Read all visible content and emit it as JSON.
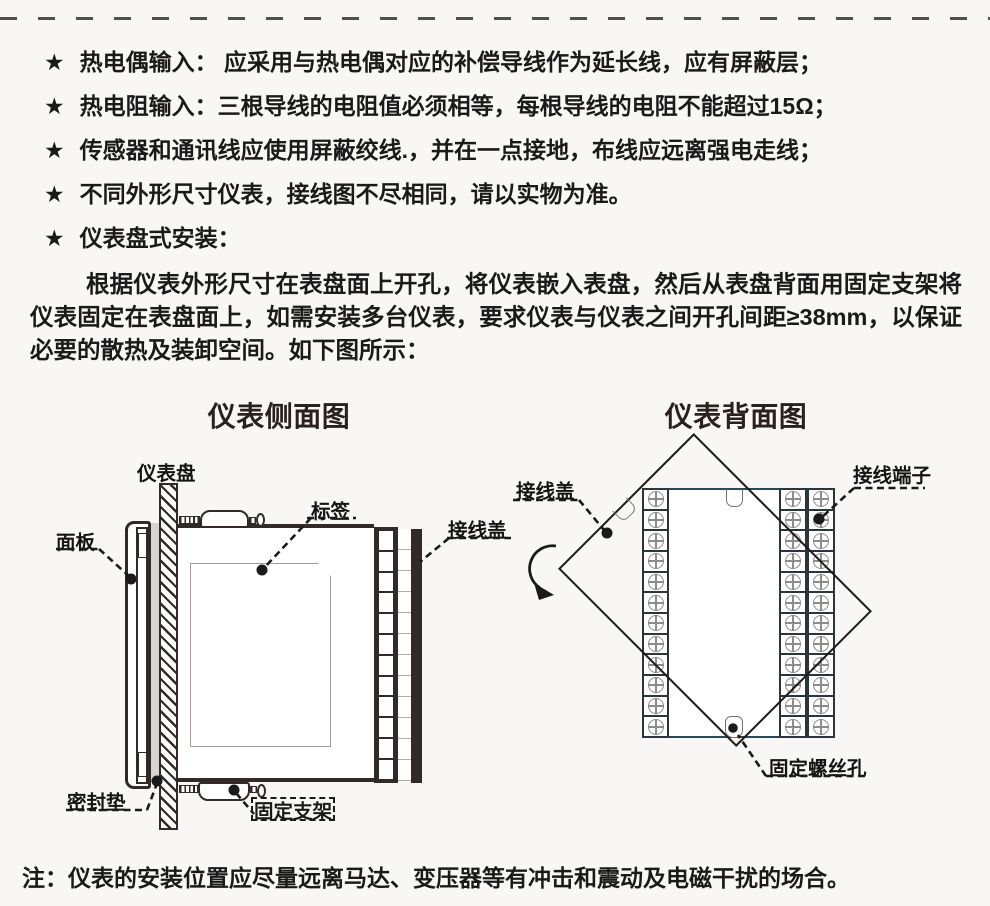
{
  "bullet_marker": "★",
  "bullets": [
    "热电偶输入： 应采用与热电偶对应的补偿导线作为延长线，应有屏蔽层；",
    "热电阻输入：三根导线的电阻值必须相等，每根导线的电阻不能超过15Ω；",
    "传感器和通讯线应使用屏蔽绞线.，并在一点接地，布线应远离强电走线；",
    "不同外形尺寸仪表，接线图不尽相同，请以实物为准。",
    "仪表盘式安装："
  ],
  "paragraph": "根据仪表外形尺寸在表盘面上开孔，将仪表嵌入表盘，然后从表盘背面用固定支架将仪表固定在表盘面上，如需安装多台仪表，要求仪表与仪表之间开孔间距≥38mm，以保证必要的散热及装卸空间。如下图所示：",
  "side_view": {
    "title": "仪表侧面图",
    "cells": 12,
    "labels": {
      "panel": "仪表盘",
      "front": "面板",
      "sticker": "标签",
      "cover": "接线盖",
      "gasket": "密封垫",
      "bracket": "固定支架"
    }
  },
  "back_view": {
    "title": "仪表背面图",
    "rows": 12,
    "labels": {
      "cover": "接线盖",
      "terminal": "接线端子",
      "screw_hole": "固定螺丝孔"
    }
  },
  "note": "注：仪表的安装位置应尽量远离马达、变压器等有冲击和震动及电磁干扰的场合。",
  "colors": {
    "background": "#f8f7f5",
    "ink": "#1a1a1a",
    "diagram_line": "#322a26",
    "back_rect_border": "#26495c",
    "screw_gray": "#8c8c8c",
    "gasket_gray": "#d8d4d1"
  }
}
